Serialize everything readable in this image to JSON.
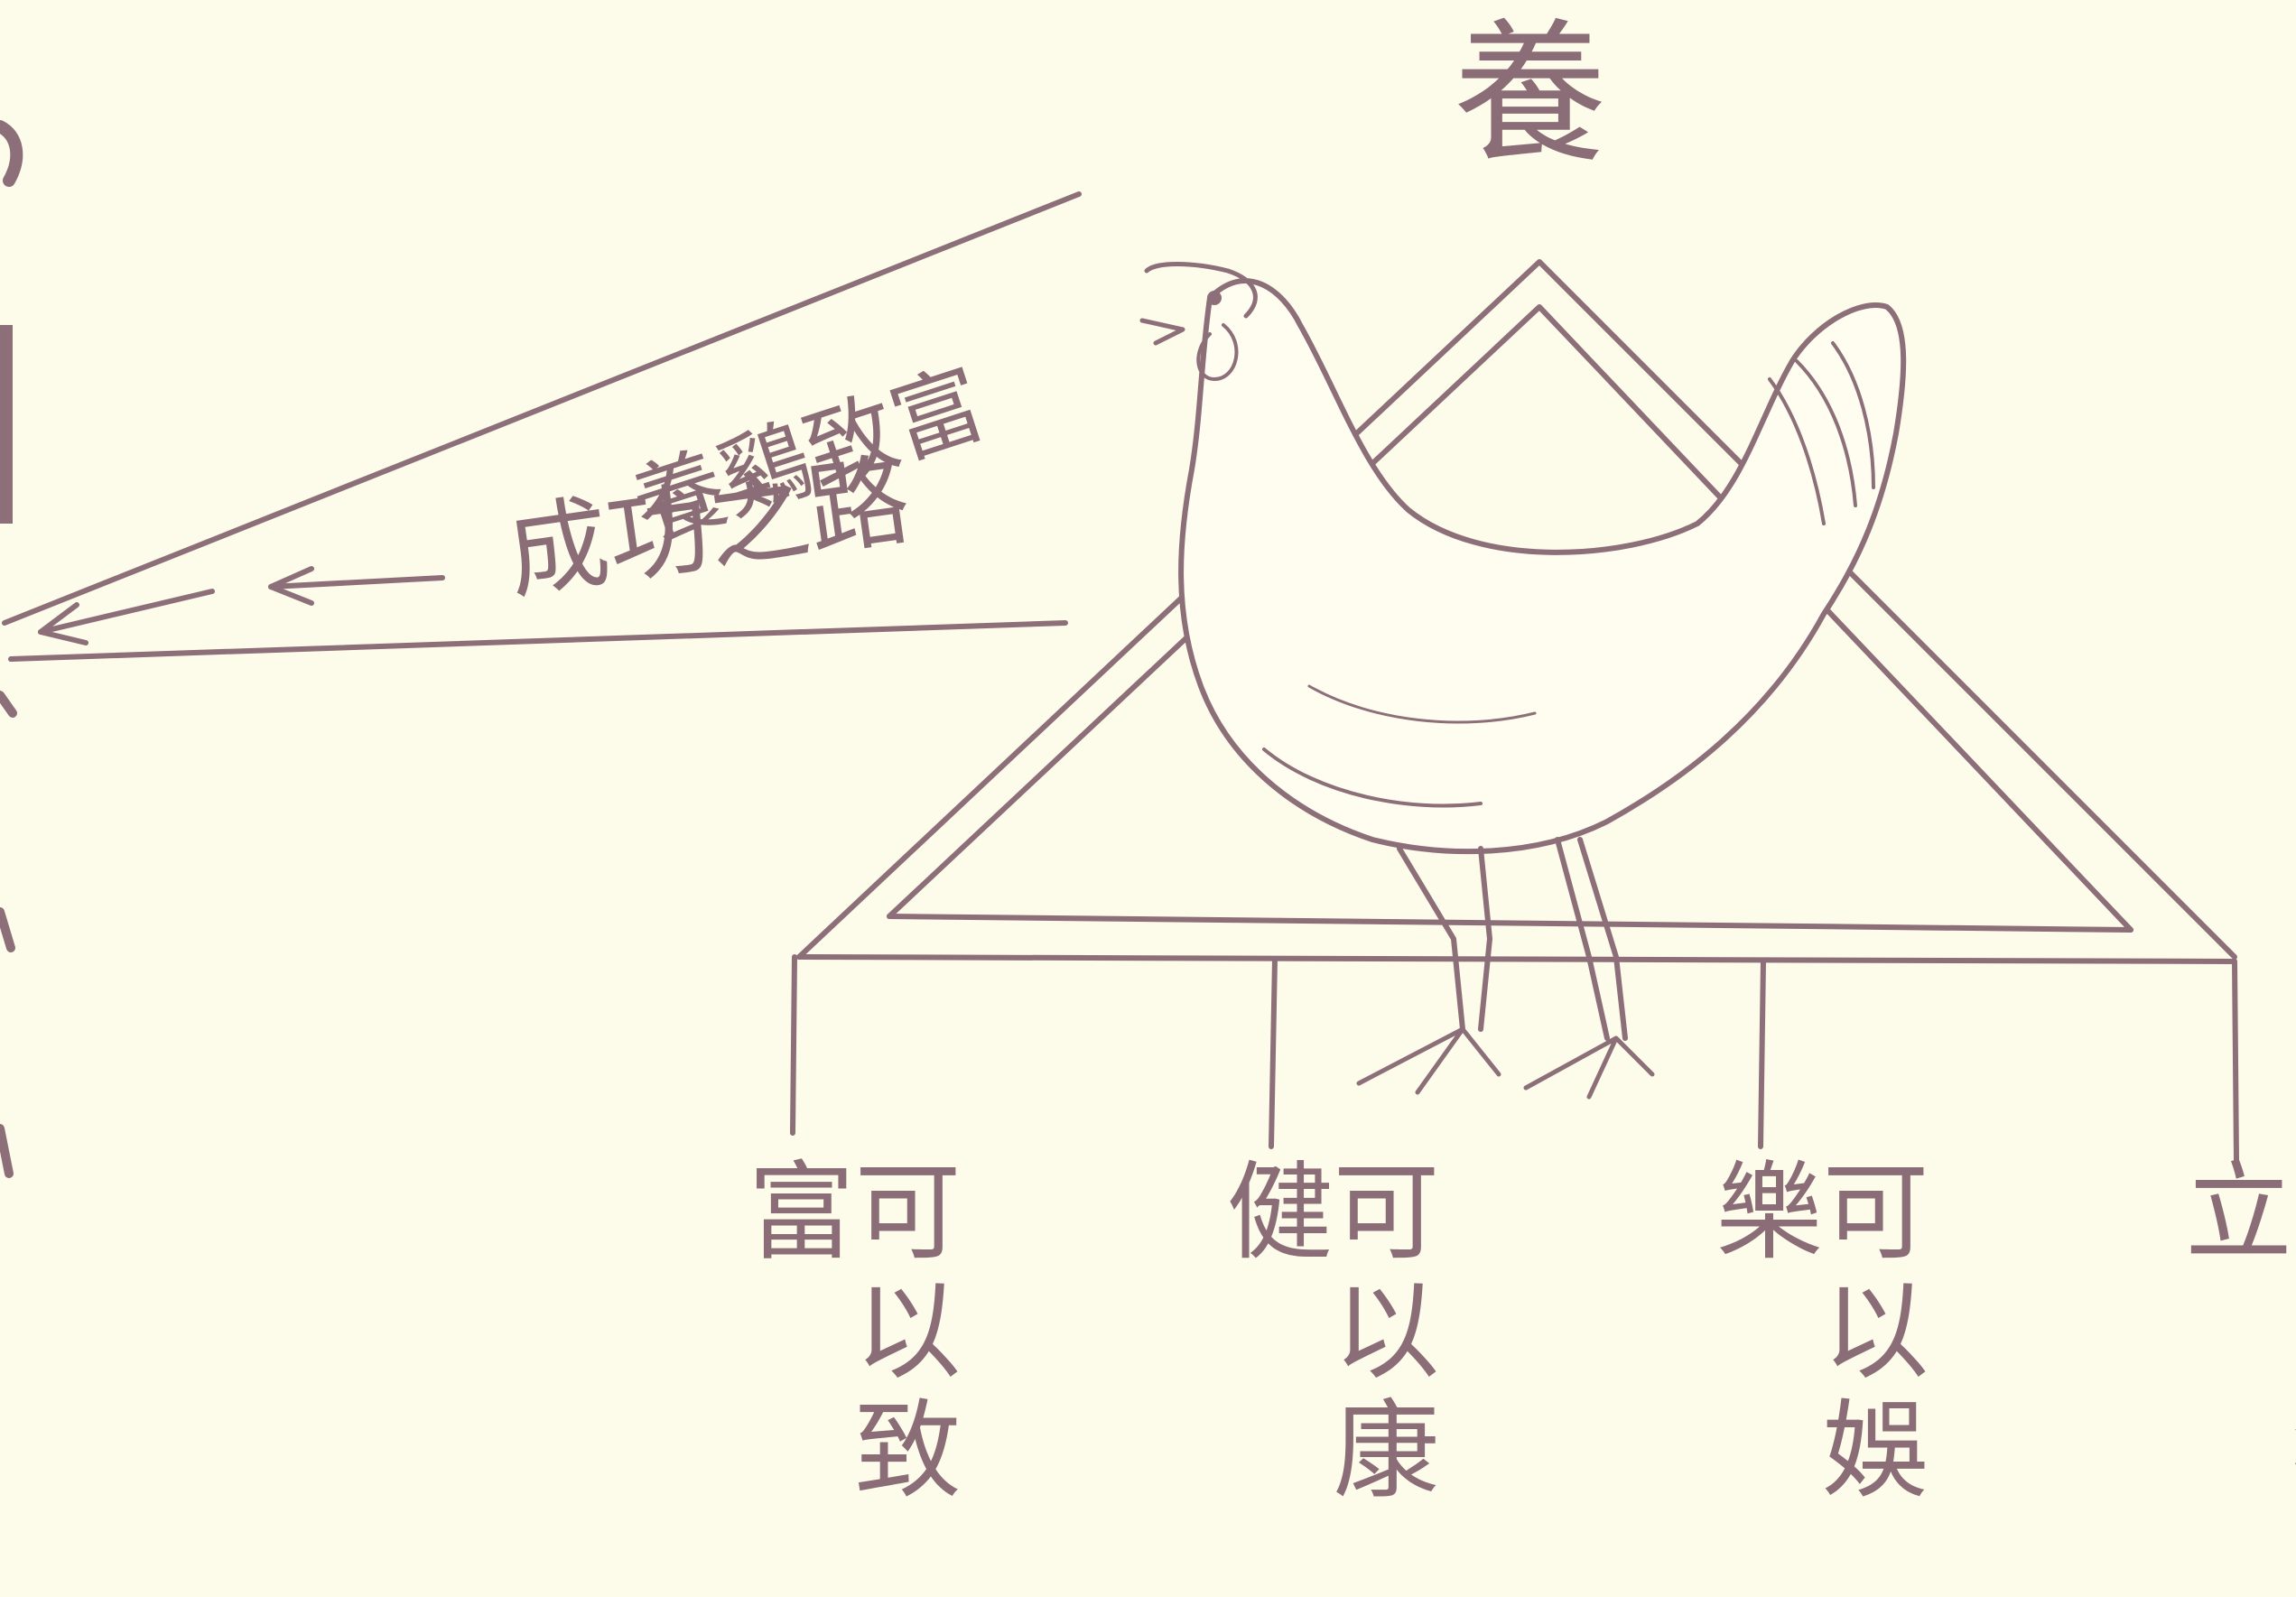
{
  "diagram": {
    "top_char": "養",
    "slogan_line1": "養鷄致富",
    "slogan_line2": "成功之路",
    "outcomes": [
      {
        "label": "可以致富"
      },
      {
        "label": "可以康健"
      },
      {
        "label": "可以娛樂"
      },
      {
        "label": "可以獨立"
      }
    ]
  },
  "colors": {
    "ink": "#8c6f78",
    "paper": "#fdfbe9"
  },
  "icons": {
    "chicken": "hen-illustration",
    "arrow": "arrow-left"
  }
}
